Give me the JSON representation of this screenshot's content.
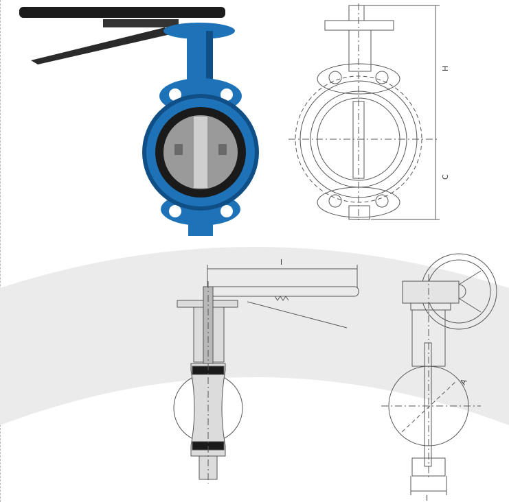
{
  "colors": {
    "valve_body_blue": "#1e73b8",
    "valve_body_dark": "#0f4f86",
    "liner_black": "#1a1a1a",
    "disc_steel": "#9a9a9a",
    "handle_black": "#1c1c1c",
    "background_band": "#e8e8e8",
    "line_art": "#555555"
  },
  "panels": {
    "photo": {
      "icon": "butterfly-valve-photo"
    },
    "front_view": {
      "dim_h": "H",
      "dim_c": "C"
    },
    "lever_view": {
      "dim_l": "l"
    },
    "gear_view": {
      "dim_a": "A",
      "dim_l": "l"
    }
  }
}
